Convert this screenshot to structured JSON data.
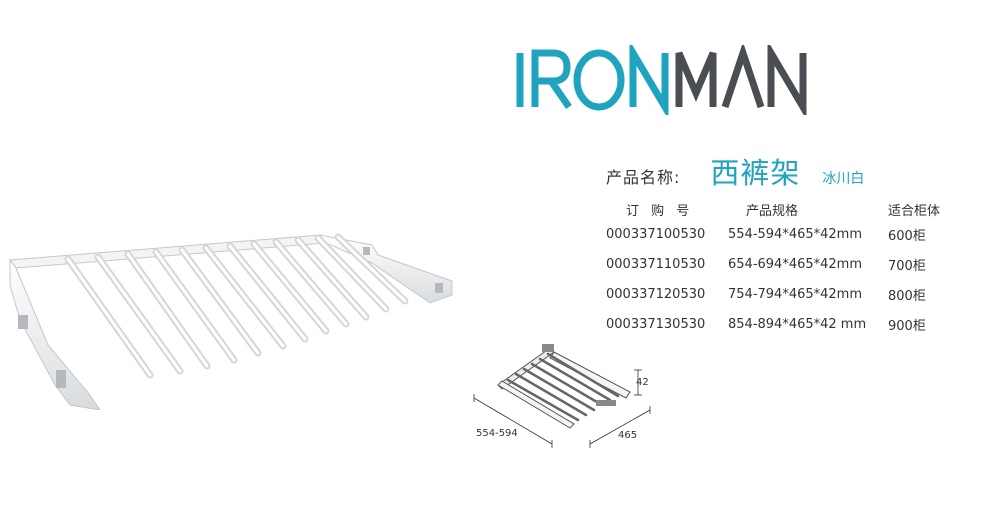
{
  "brand": {
    "logo_text": "IRONMAN",
    "colors": {
      "teal": "#1fa4bf",
      "gray": "#4a4d52"
    }
  },
  "product": {
    "name_label": "产品名称:",
    "name": "西裤架",
    "color": "冰川白"
  },
  "spec_table": {
    "headers": [
      "订 购 号",
      "产品规格",
      "适合柜体"
    ],
    "rows": [
      {
        "order_no": "000337100530",
        "spec": "554-594*465*42mm",
        "cabinet": "600柜"
      },
      {
        "order_no": "000337110530",
        "spec": "654-694*465*42mm",
        "cabinet": "700柜"
      },
      {
        "order_no": "000337120530",
        "spec": "754-794*465*42mm",
        "cabinet": "800柜"
      },
      {
        "order_no": "000337130530",
        "spec": "854-894*465*42 mm",
        "cabinet": "900柜"
      }
    ]
  },
  "dimensions": {
    "height": "42",
    "width": "554-594",
    "depth": "465"
  }
}
